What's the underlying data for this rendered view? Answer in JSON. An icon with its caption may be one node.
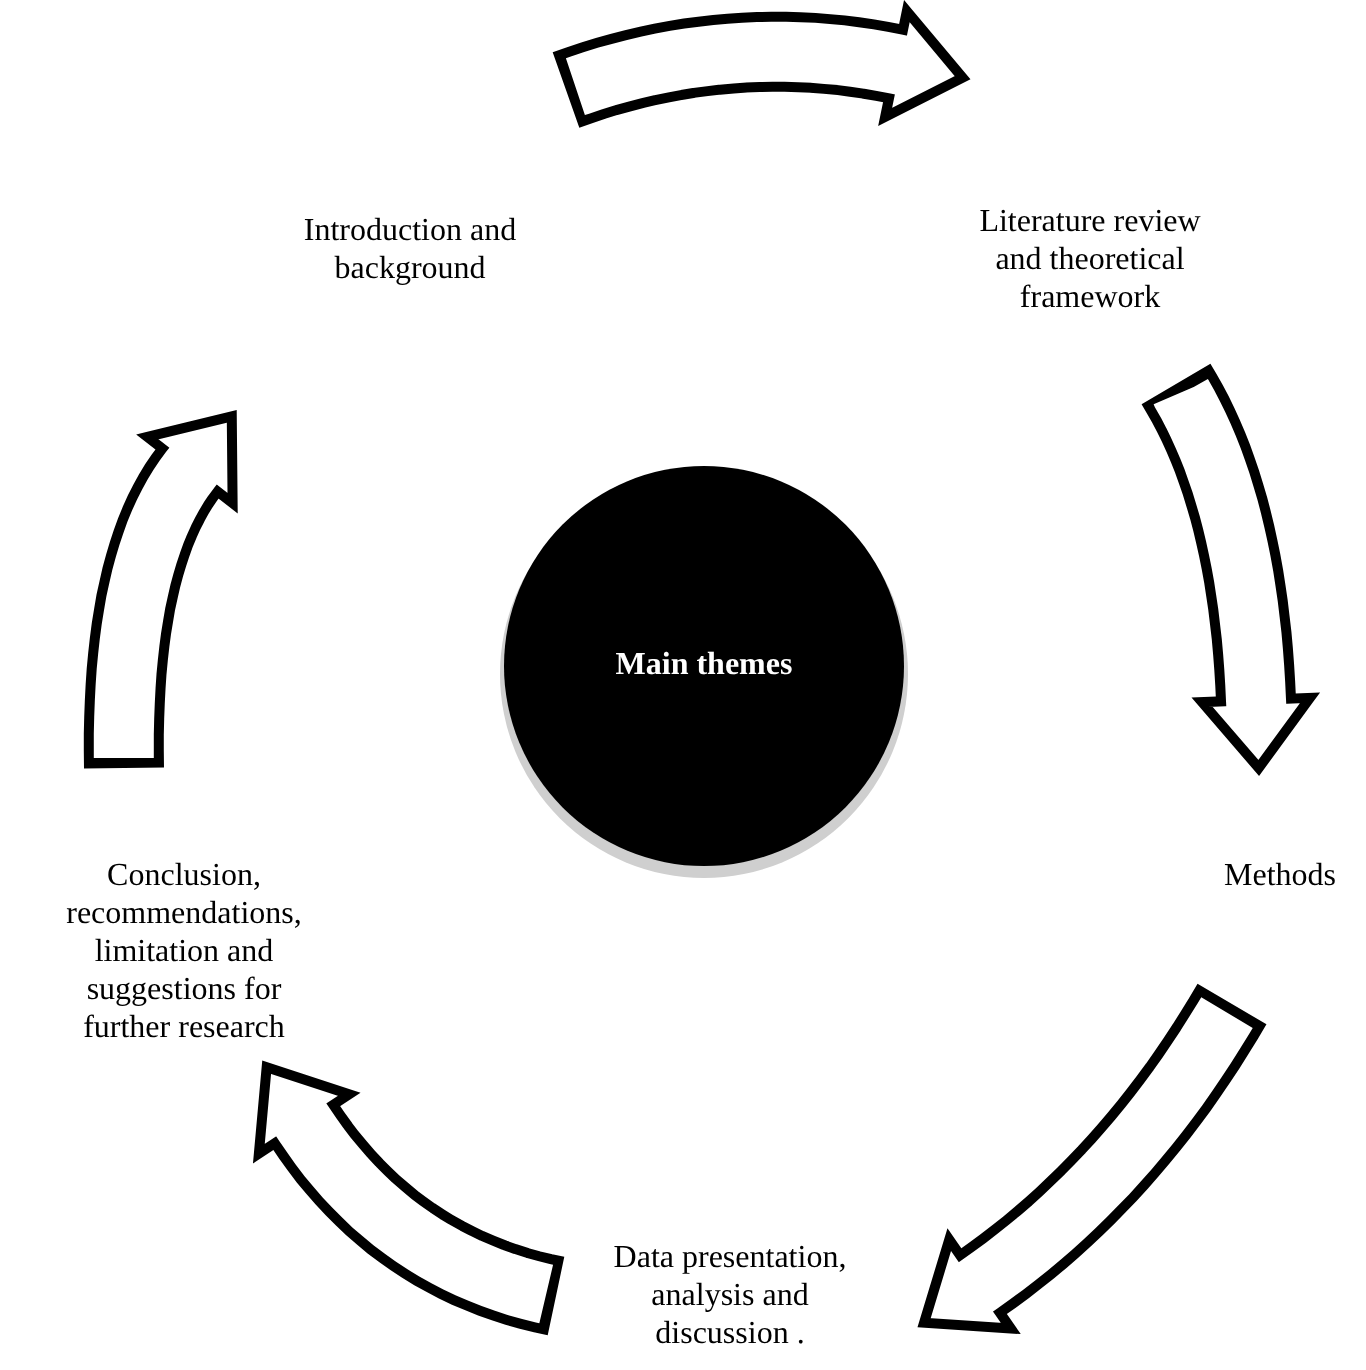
{
  "diagram": {
    "nodes": [
      {
        "text": [
          "Main themes"
        ]
      },
      {
        "text": [
          "Introduction and background"
        ]
      },
      {
        "text": [
          "Literature review and theoretical framework"
        ]
      },
      {
        "text": [
          "Methods"
        ]
      },
      {
        "text": [
          "Data presentation, analysis and discussion ."
        ]
      },
      {
        "text": [
          "Conclusion, recommendations, limitation and suggestions for further research"
        ]
      }
    ],
    "edges": [
      {
        "from": 1,
        "to": 2,
        "arrow": "to"
      },
      {
        "from": 2,
        "to": 3,
        "arrow": "to"
      },
      {
        "from": 3,
        "to": 4,
        "arrow": "to"
      },
      {
        "from": 4,
        "to": 5,
        "arrow": "to"
      },
      {
        "from": 5,
        "to": 1,
        "arrow": "to"
      }
    ]
  }
}
